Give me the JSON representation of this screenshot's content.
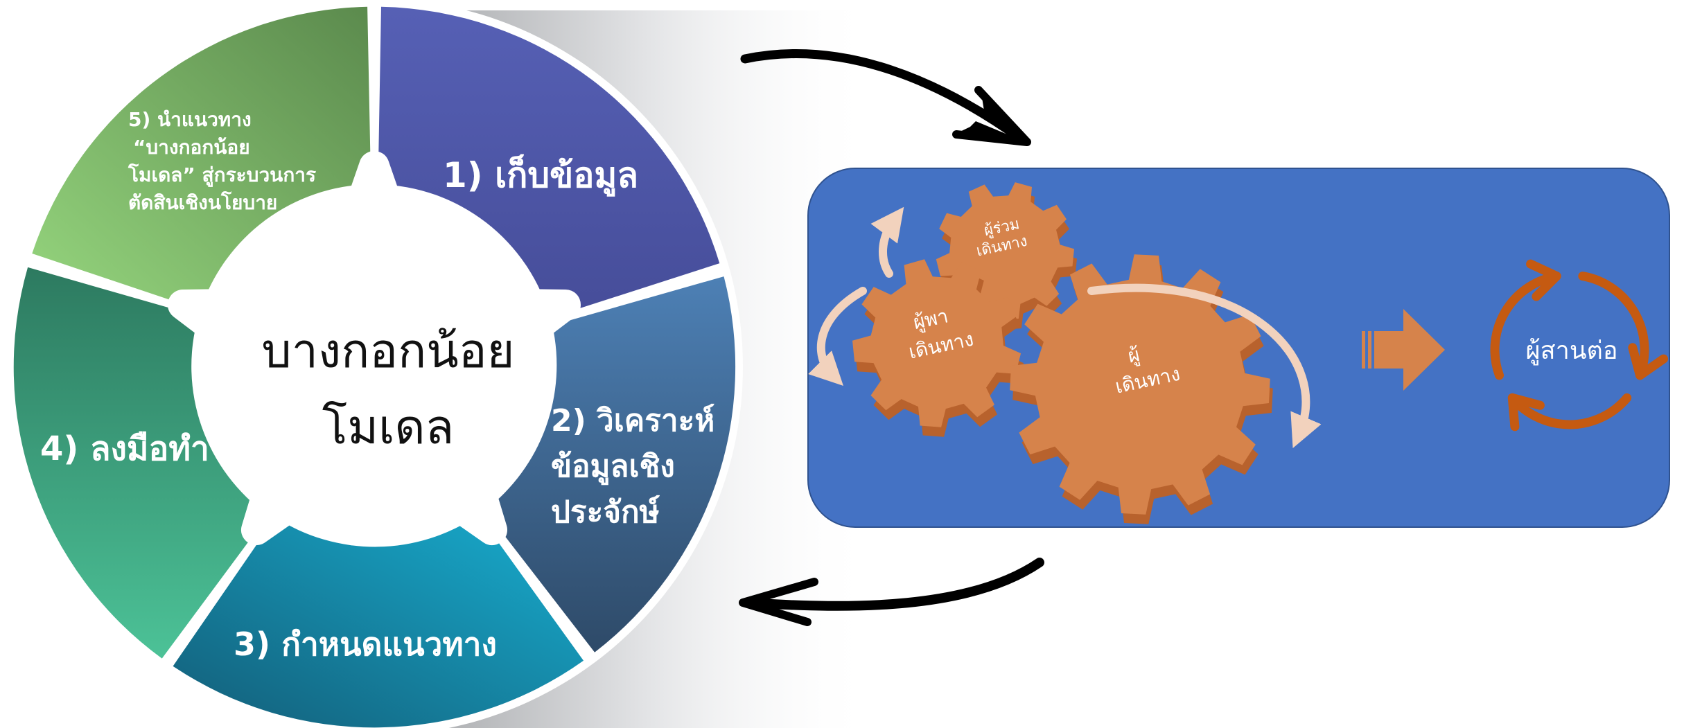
{
  "center_title": {
    "line1": "บางกอกน้อย",
    "line2": "โมเดล"
  },
  "cycle_steps": [
    {
      "id": "collect",
      "lines": [
        "1) เก็บข้อมูล"
      ],
      "color_start": "#5560b5",
      "color_end": "#464f9e"
    },
    {
      "id": "analyze",
      "lines": [
        "2) วิเคราะห์",
        "ข้อมูลเชิง",
        "ประจักษ์"
      ],
      "color_start": "#4a7bb0",
      "color_end": "#31506e"
    },
    {
      "id": "plan",
      "lines": [
        "3) กำหนดแนวทาง"
      ],
      "color_start": "#17a4c7",
      "color_end": "#14637f"
    },
    {
      "id": "act",
      "lines": [
        "4) ลงมือทำ"
      ],
      "color_start": "#44b88f",
      "color_end": "#246e58"
    },
    {
      "id": "policy",
      "lines": [
        "5) นำแนวทาง",
        "“บางกอกน้อย",
        "โมเดล” สู่กระบวนการ",
        "ตัดสินเชิงนโยบาย"
      ],
      "color_start": "#8fd07a",
      "color_end": "#5a8a4c"
    }
  ],
  "gears": {
    "co_traveler": [
      "ผู้ร่วม",
      "เดินทาง"
    ],
    "leader": [
      "ผู้พา",
      "เดินทาง"
    ],
    "traveler": [
      "ผู้",
      "เดินทาง"
    ]
  },
  "successor_label": "ผู้สานต่อ",
  "colors": {
    "panel_bg": "#4472c4",
    "gear_fill": "#d6834b",
    "gear_shadow": "#b8622d",
    "cycle_arrow": "#c55a11",
    "rotation_arrow": "#f2d2bd",
    "connector": "#000000"
  }
}
